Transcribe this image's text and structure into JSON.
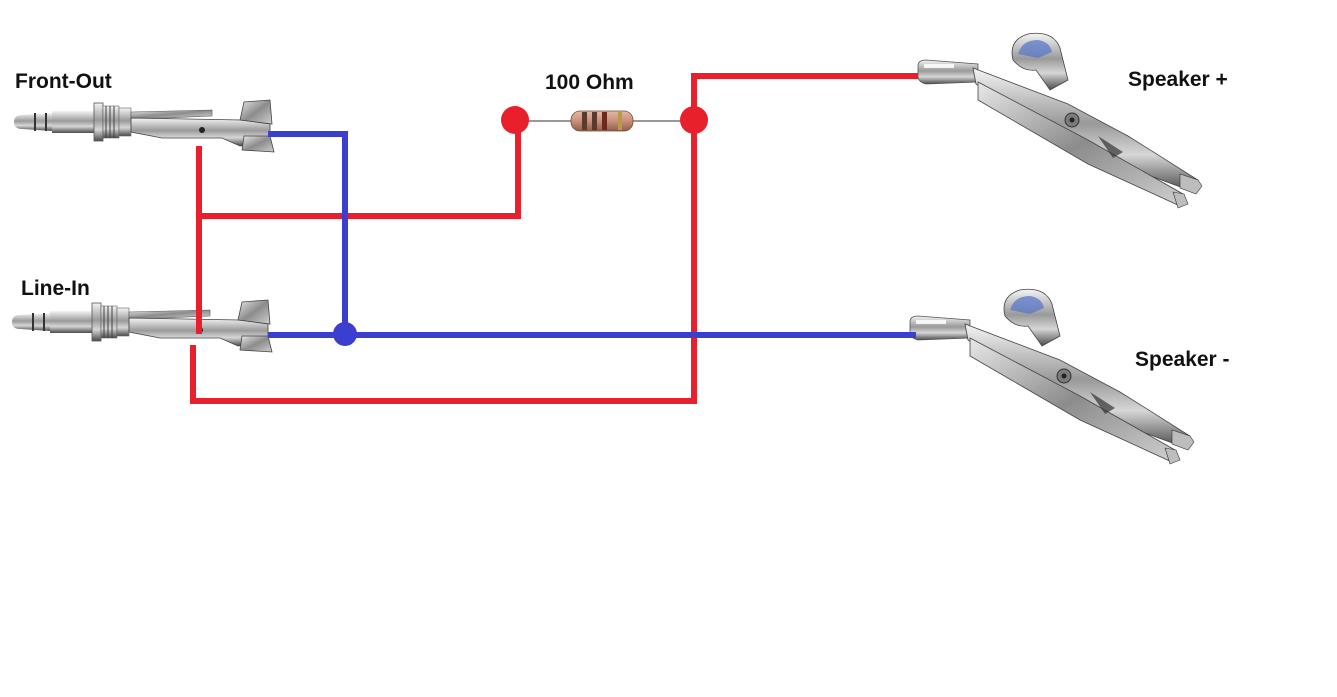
{
  "labels": {
    "front_out": "Front-Out",
    "line_in": "Line-In",
    "resistor": "100 Ohm",
    "speaker_plus": "Speaker +",
    "speaker_minus": "Speaker -"
  },
  "components": {
    "jack_front_out": "audio-jack-plug-icon",
    "jack_line_in": "audio-jack-plug-icon",
    "resistor": "resistor-icon",
    "clip_plus": "alligator-clip-icon",
    "clip_minus": "alligator-clip-icon"
  },
  "colors": {
    "positive_wire": "#e8202c",
    "negative_wire": "#3b3fd0",
    "background": "#ffffff"
  }
}
